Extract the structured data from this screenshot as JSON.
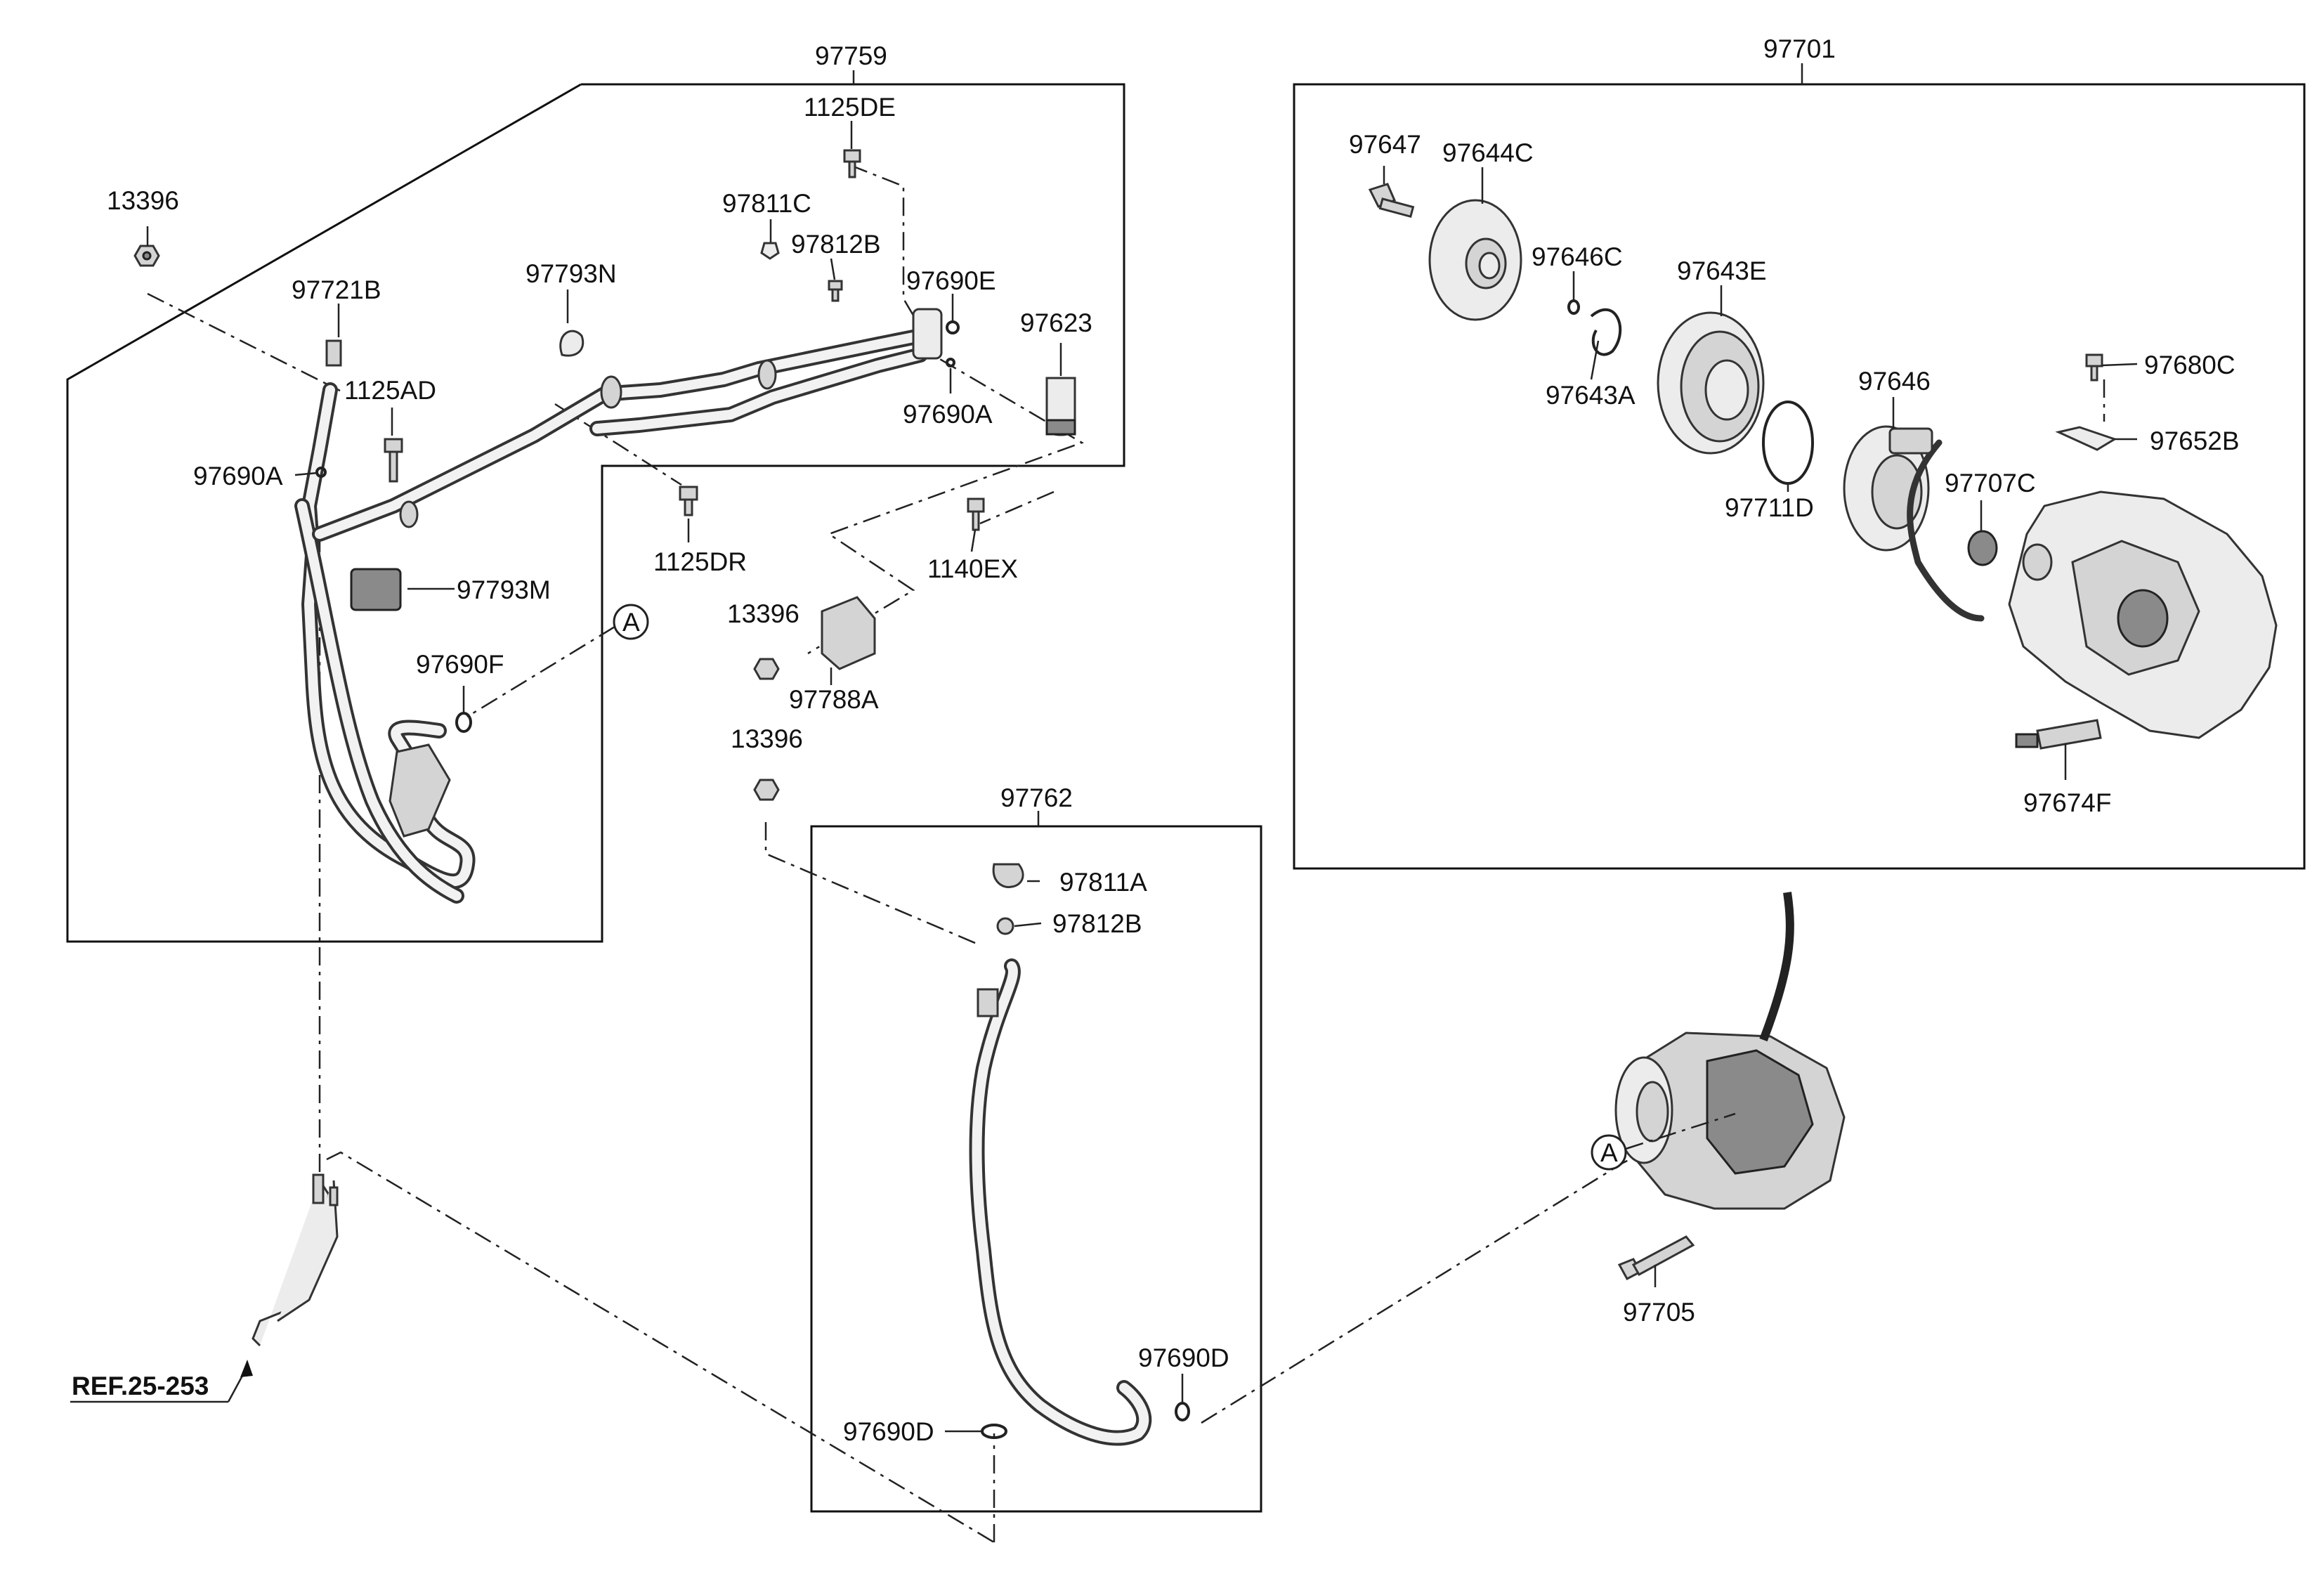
{
  "groups": {
    "g97759": "97759",
    "g97701": "97701",
    "g97762": "97762"
  },
  "callouts": {
    "c1125DE": "1125DE",
    "c13396_a": "13396",
    "c97811C": "97811C",
    "c97812B_a": "97812B",
    "c97690E": "97690E",
    "c97623": "97623",
    "c97721B": "97721B",
    "c97793N": "97793N",
    "c97690A_a": "97690A",
    "c1125AD": "1125AD",
    "c97690A_b": "97690A",
    "c1125DR": "1125DR",
    "c1140EX": "1140EX",
    "c97793M": "97793M",
    "c13396_b": "13396",
    "c97788A": "97788A",
    "c97690F": "97690F",
    "c13396_c": "13396",
    "c97811A": "97811A",
    "c97812B_b": "97812B",
    "c97690D_a": "97690D",
    "c97690D_b": "97690D",
    "c97647": "97647",
    "c97644C": "97644C",
    "c97646C": "97646C",
    "c97643E": "97643E",
    "c97643A": "97643A",
    "c97646": "97646",
    "c97680C": "97680C",
    "c97652B": "97652B",
    "c97707C": "97707C",
    "c97711D": "97711D",
    "c97674F": "97674F",
    "c97705": "97705"
  },
  "markers": {
    "a_upper": "A",
    "a_lower": "A"
  },
  "reference": {
    "label": "REF.25-253"
  }
}
